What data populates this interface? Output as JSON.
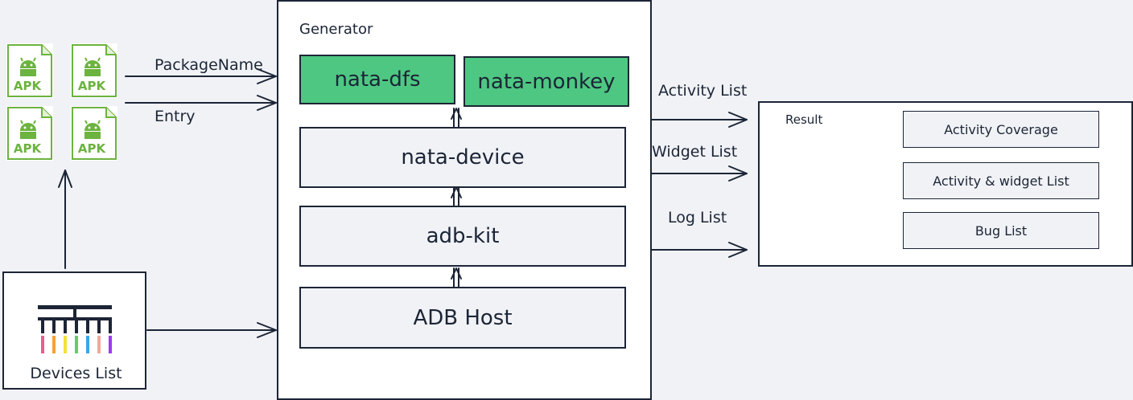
{
  "apk_files": [
    {
      "label": "APK"
    },
    {
      "label": "APK"
    },
    {
      "label": "APK"
    },
    {
      "label": "APK"
    }
  ],
  "inputs": {
    "package_name": "PackageName",
    "entry": "Entry"
  },
  "devices": {
    "label": "Devices List",
    "stripe_colors": [
      "#f05a8c",
      "#f5a233",
      "#f4e23a",
      "#5fcf6a",
      "#3aa6e8",
      "#f3a79a",
      "#9b3cf0"
    ]
  },
  "generator": {
    "title": "Generator",
    "plugins": [
      "nata-dfs",
      "nata-monkey"
    ],
    "layers": {
      "device": "nata-device",
      "kit": "adb-kit",
      "host": "ADB Host"
    }
  },
  "outputs": {
    "activity": "Activity List",
    "widget": "Widget List",
    "log": "Log List"
  },
  "result": {
    "title": "Result",
    "items": [
      "Activity Coverage",
      "Activity & widget List",
      "Bug List"
    ]
  },
  "colors": {
    "plugin_green": "#4ec782",
    "apk_green": "#6cb33f",
    "line": "#1c2536"
  }
}
